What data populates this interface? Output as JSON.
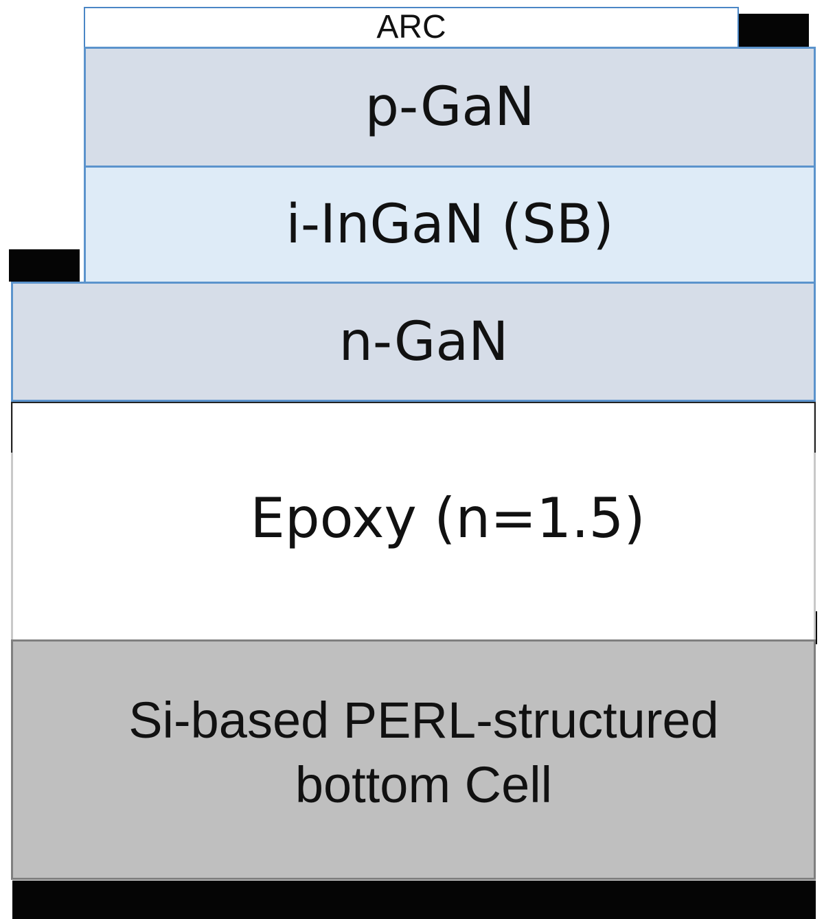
{
  "diagram": {
    "layers": {
      "arc": "ARC",
      "p_gan": "p-GaN",
      "i_ingan": "i-InGaN (SB)",
      "n_gan": "n-GaN",
      "epoxy": "Epoxy (n=1.5)",
      "bottom_cell_line1": "Si-based PERL-structured",
      "bottom_cell_line2": "bottom Cell"
    },
    "colors": {
      "p_gan_fill": "#d6dde8",
      "i_ingan_fill": "#deebf7",
      "n_gan_fill": "#d6dde8",
      "bottom_cell_fill": "#bfbfbf",
      "layer_border": "#5b93cc",
      "contact": "#050505"
    }
  }
}
